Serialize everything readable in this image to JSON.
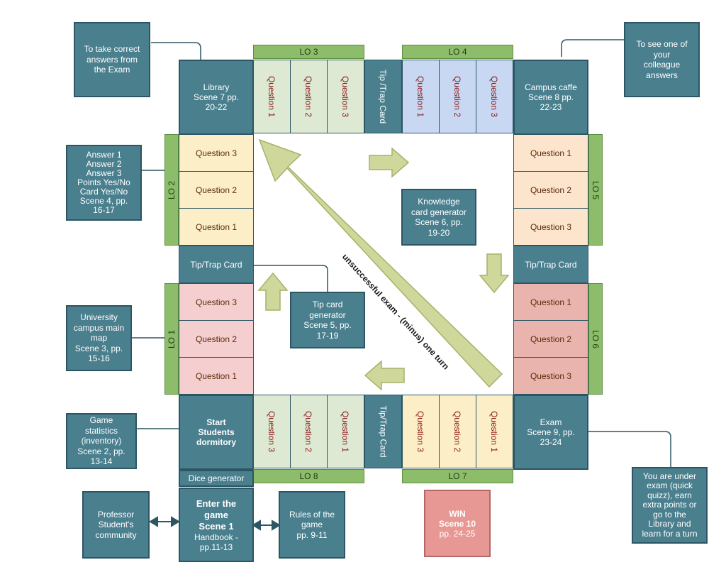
{
  "corners": {
    "library": [
      "Library",
      "Scene 7 pp.",
      "20-22"
    ],
    "campus_caffe": [
      "Campus caffe",
      "Scene 8 pp.",
      "22-23"
    ],
    "start": [
      "Start",
      "Students",
      "dormitory"
    ],
    "exam": [
      "Exam",
      "Scene 9, pp.",
      "23-24"
    ]
  },
  "tip_trap": {
    "top": "Tip /Trap Card",
    "bottom": "Tip/Trap Card",
    "left": "Tip/Trap Card",
    "right": "Tip/Trap Card"
  },
  "lo": {
    "lo1": "LO 1",
    "lo2": "LO 2",
    "lo3": "LO 3",
    "lo4": "LO 4",
    "lo5": "LO 5",
    "lo6": "LO 6",
    "lo7": "LO 7",
    "lo8": "LO 8"
  },
  "questions": {
    "q1": "Question 1",
    "q2": "Question 2",
    "q3": "Question 3"
  },
  "center": {
    "knowledge": [
      "Knowledge",
      "card generator",
      "Scene 6, pp.",
      "19-20"
    ],
    "tip_gen": [
      "Tip card",
      "generator",
      "Scene 5, pp.",
      "17-19"
    ],
    "diagonal": "unsuccessful exam - (minus) one turn"
  },
  "dice": "Dice generator",
  "enter": [
    "Enter the",
    "game",
    "Scene 1",
    "Handbook -",
    "pp.11-13"
  ],
  "rules": [
    "Rules of the",
    "game",
    "pp. 9-11"
  ],
  "professor": [
    "Professor",
    "Student's",
    "community"
  ],
  "win": [
    "WIN",
    "Scene 10",
    "pp. 24-25"
  ],
  "notes": {
    "correct_answers": [
      "To take correct",
      "answers from",
      "the Exam"
    ],
    "colleague": [
      "To see one of",
      "your",
      "colleague",
      "answers"
    ],
    "answers": [
      "Answer 1",
      "Answer 2",
      "Answer 3",
      "Points Yes/No",
      "Card Yes/No",
      "Scene 4, pp.",
      "16-17"
    ],
    "campus_map": [
      "University",
      "campus main",
      "map",
      "Scene 3, pp.",
      "15-16"
    ],
    "statistics": [
      "Game",
      "statistics",
      "(inventory)",
      "Scene 2, pp.",
      "13-14"
    ],
    "under_exam": [
      "You are under",
      "exam (quick",
      "quizz), earn",
      "extra points or",
      "go to the",
      "Library and",
      "learn for a turn"
    ]
  }
}
